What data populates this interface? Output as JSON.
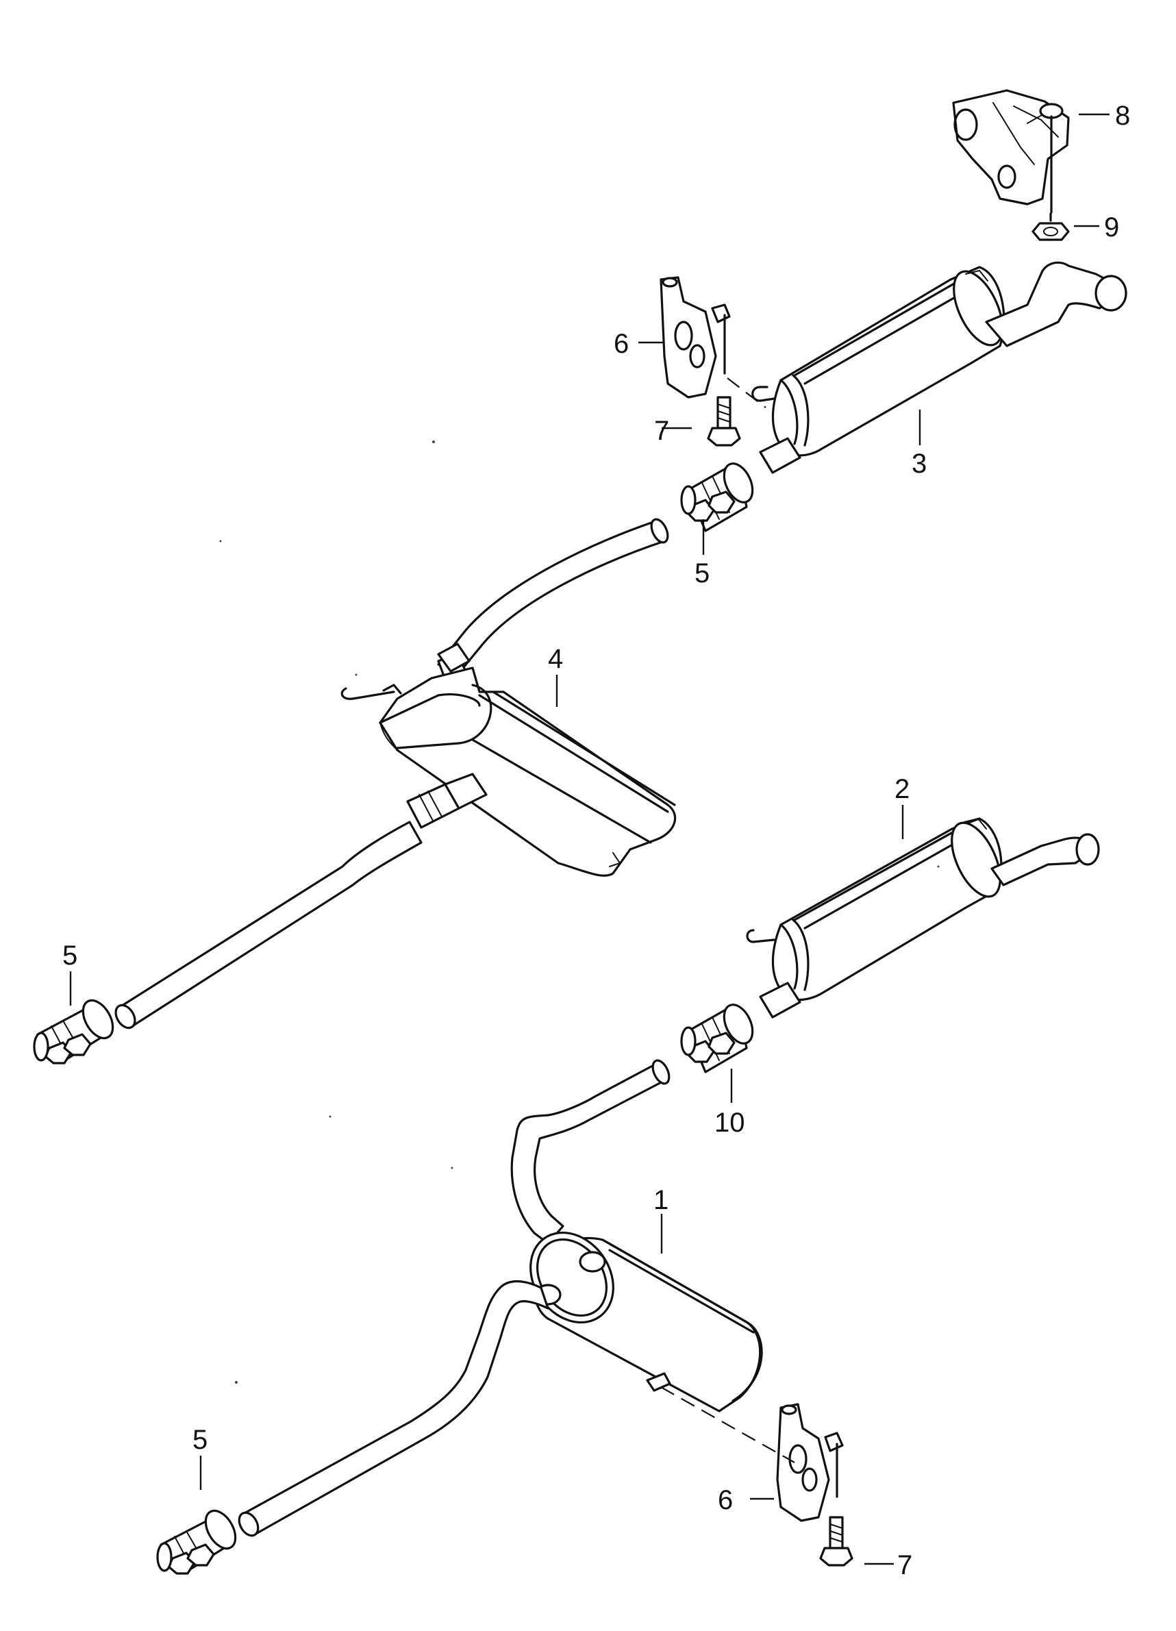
{
  "callouts": {
    "c1": "1",
    "c2": "2",
    "c3": "3",
    "c4": "4",
    "c5a": "5",
    "c5b": "5",
    "c5c": "5",
    "c6a": "6",
    "c6b": "6",
    "c7a": "7",
    "c7b": "7",
    "c8": "8",
    "c9": "9",
    "c10": "10"
  }
}
